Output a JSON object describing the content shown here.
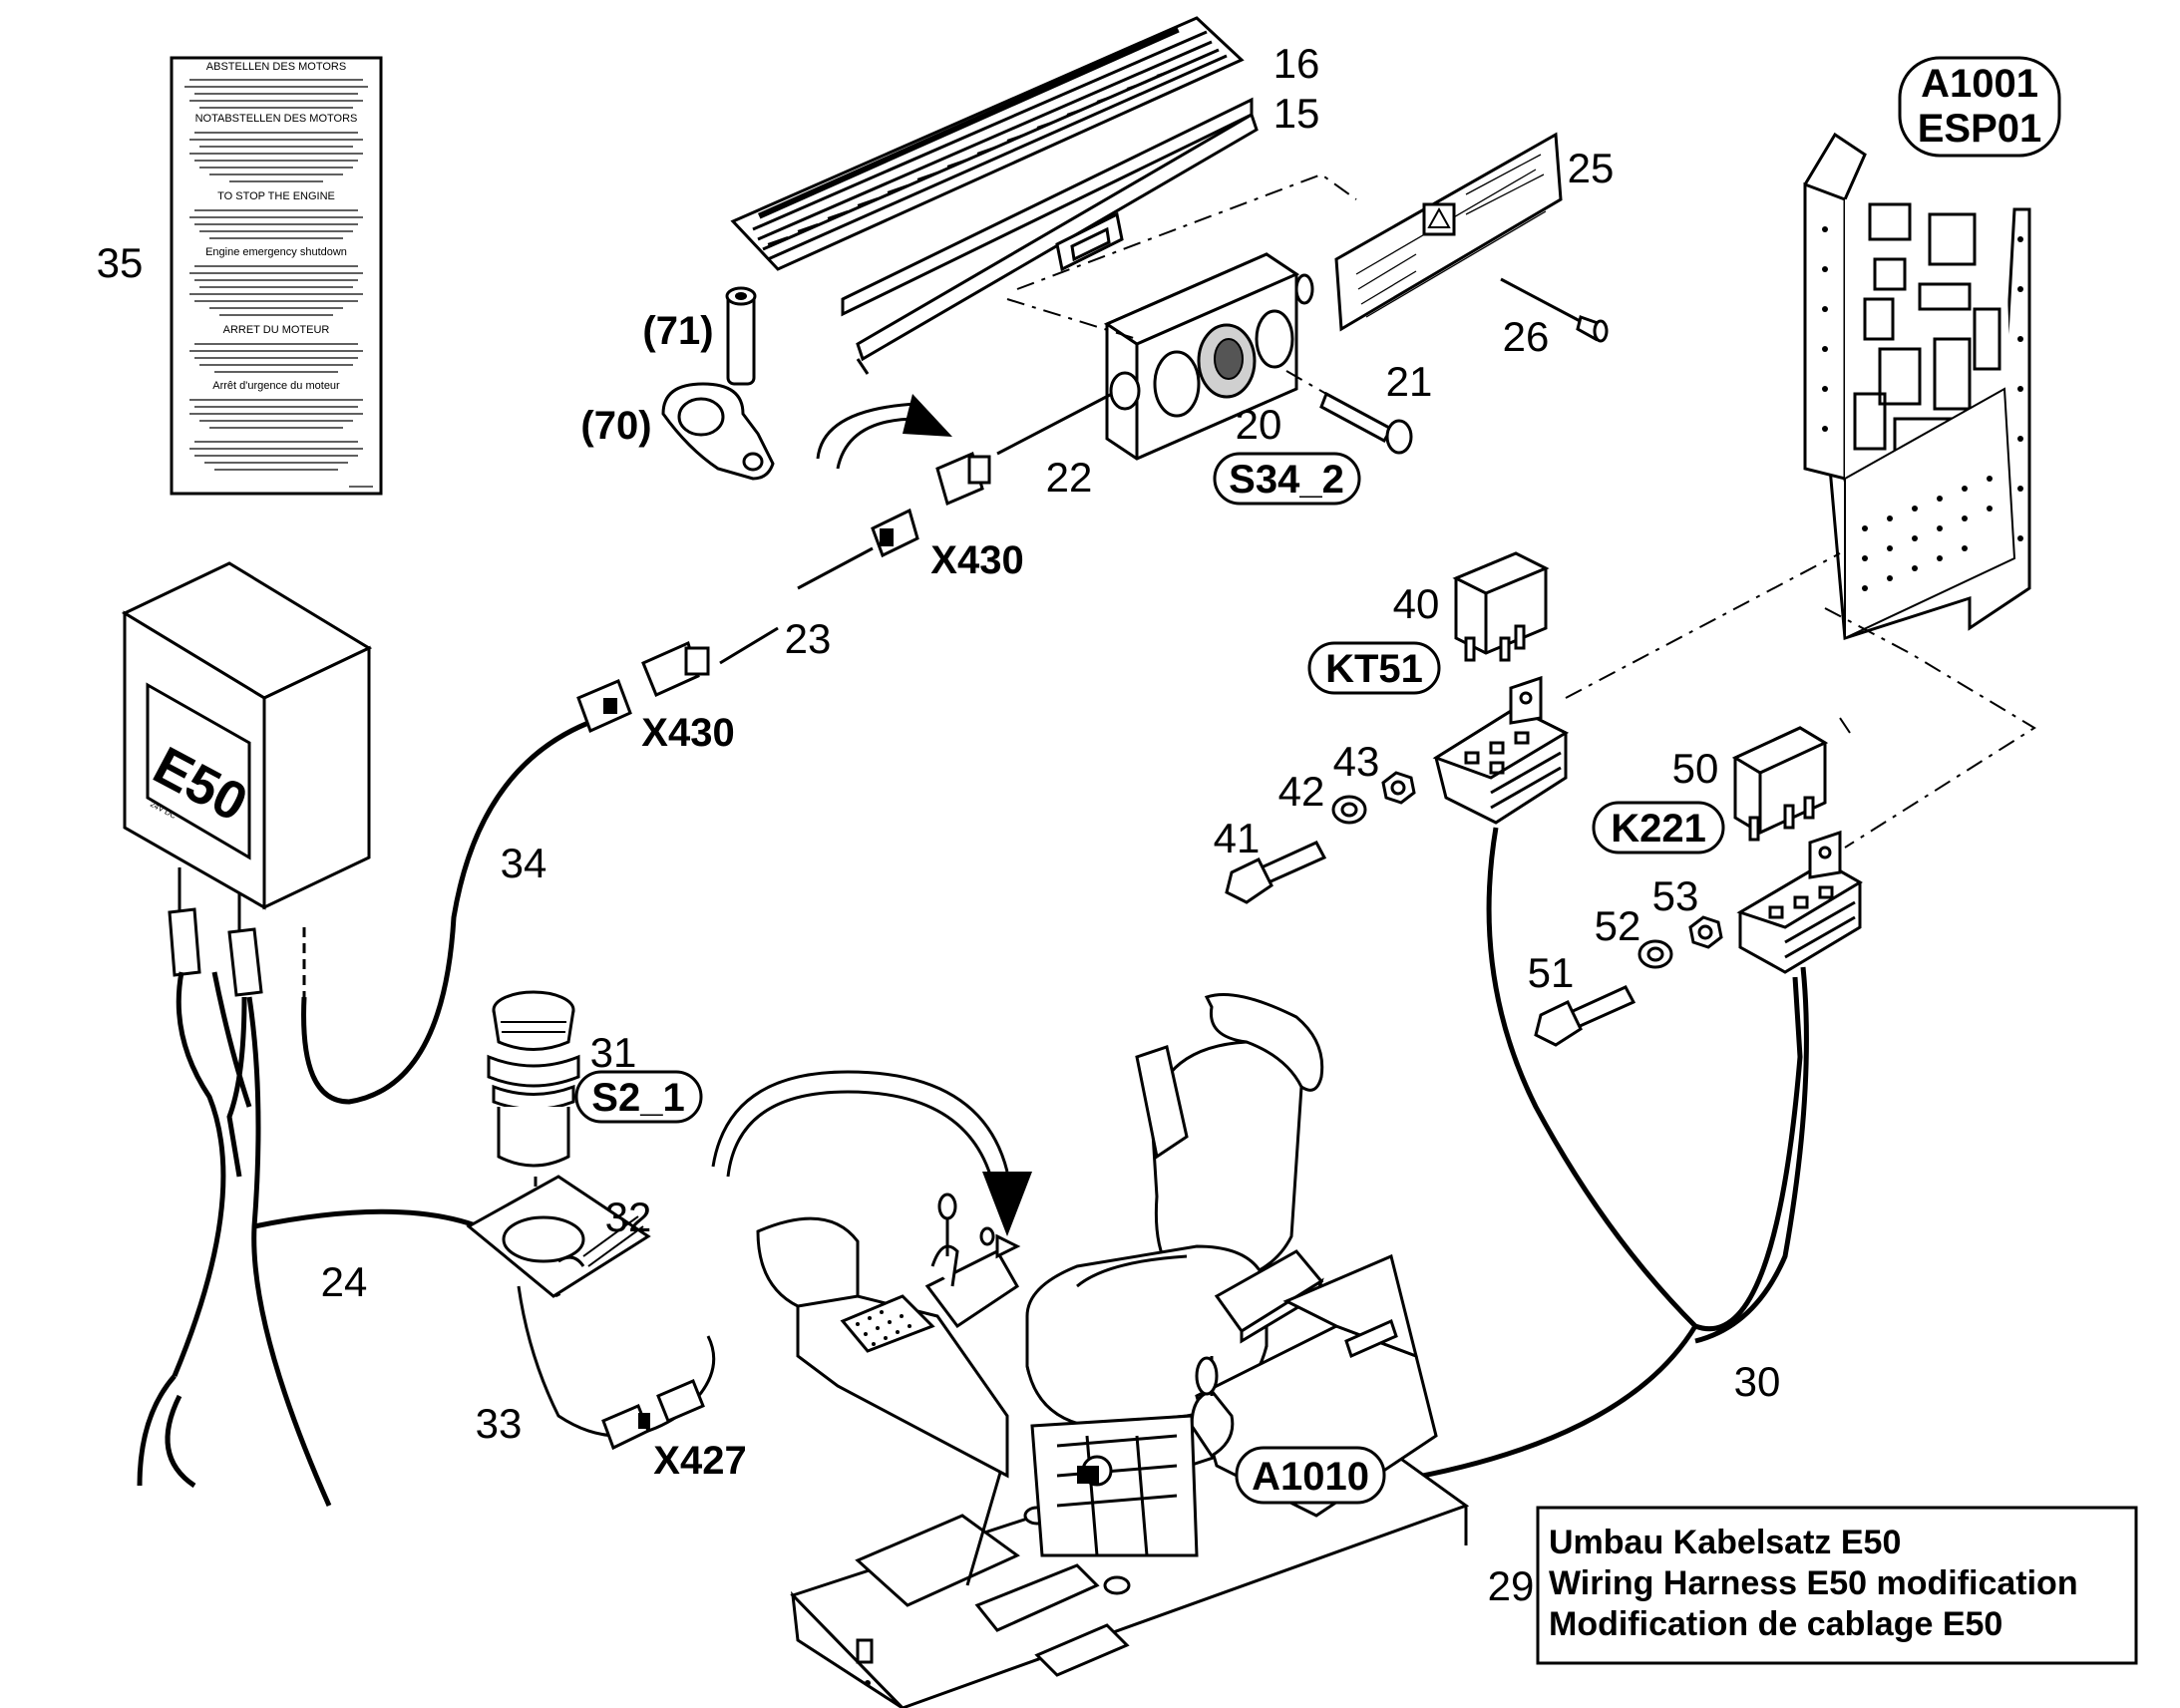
{
  "part_numbers": {
    "n16": "16",
    "n15": "15",
    "n25": "25",
    "n26": "26",
    "n35": "35",
    "n71": "(71)",
    "n70": "(70)",
    "n21": "21",
    "n20": "20",
    "n22": "22",
    "n23": "23",
    "n34": "34",
    "n40": "40",
    "n42": "42",
    "n43": "43",
    "n41": "41",
    "n50": "50",
    "n52": "52",
    "n53": "53",
    "n51": "51",
    "n31": "31",
    "n32": "32",
    "n24": "24",
    "n33": "33",
    "n30": "30",
    "n29": "29"
  },
  "tags": {
    "a1001": "A1001",
    "esp01": "ESP01",
    "s34_2": "S34_2",
    "x430_upper": "X430",
    "x430_lower": "X430",
    "kt51": "KT51",
    "k221": "K221",
    "s2_1": "S2_1",
    "x427": "X427",
    "a1010": "A1010"
  },
  "e50_box": {
    "label": "E50",
    "voltage": "24V DC"
  },
  "legend": {
    "line1": "Umbau Kabelsatz E50",
    "line2": "Wiring Harness E50 modification",
    "line3": "Modification de cablage E50"
  },
  "decal": {
    "headings": [
      "ABSTELLEN DES MOTORS",
      "NOTABSTELLEN DES MOTORS",
      "TO STOP THE ENGINE",
      "Engine emergency shutdown",
      "ARRET DU MOTEUR",
      "Arrêt d'urgence du moteur"
    ]
  }
}
